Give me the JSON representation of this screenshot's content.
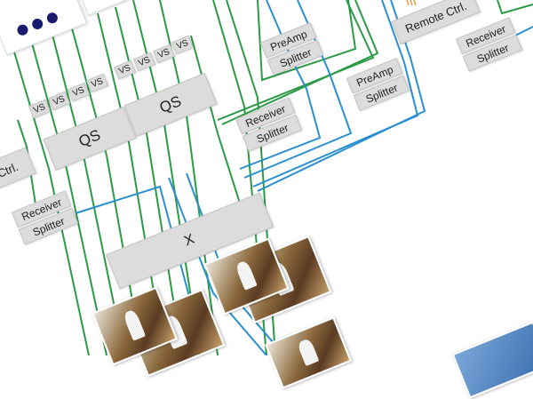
{
  "diagram": {
    "vs_label": "VS",
    "qs_label": "QS",
    "x_label": "X",
    "ctrl_label": "Ctrl.",
    "remote_ctrl_label": "Remote Ctrl.",
    "receiver_label": "Receiver",
    "splitter_label": "Splitter",
    "preamp_label": "PreAmp",
    "colors": {
      "video_line": "#2a9a46",
      "audio_line": "#2a8fd0",
      "box": "#dcdcdc",
      "dot": "#1a1a6e"
    }
  }
}
